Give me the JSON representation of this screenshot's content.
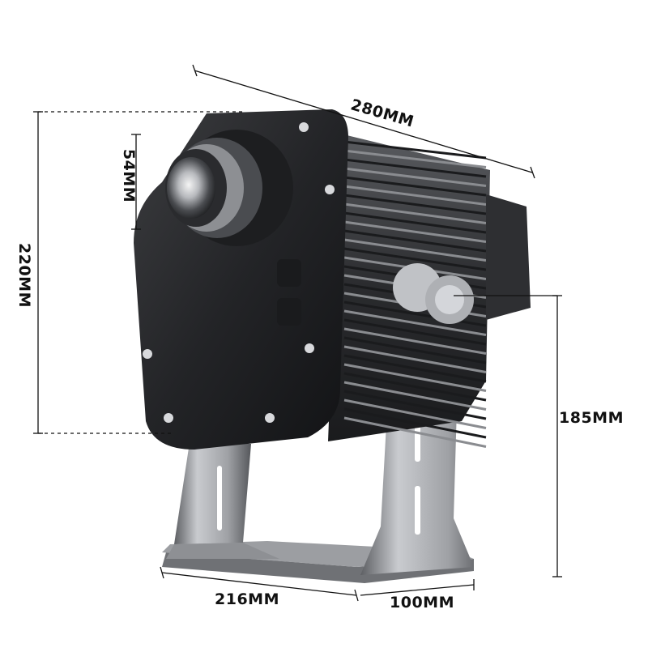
{
  "dimensions": {
    "length_top": "280MM",
    "height_left": "220MM",
    "lens_diameter": "54MM",
    "stand_height": "185MM",
    "base_width": "216MM",
    "base_depth": "100MM"
  },
  "colors": {
    "housing": "#2c2d2f",
    "fins": "#3a3b3e",
    "bracket": "#8a8c90",
    "dimension_line": "#111111"
  }
}
